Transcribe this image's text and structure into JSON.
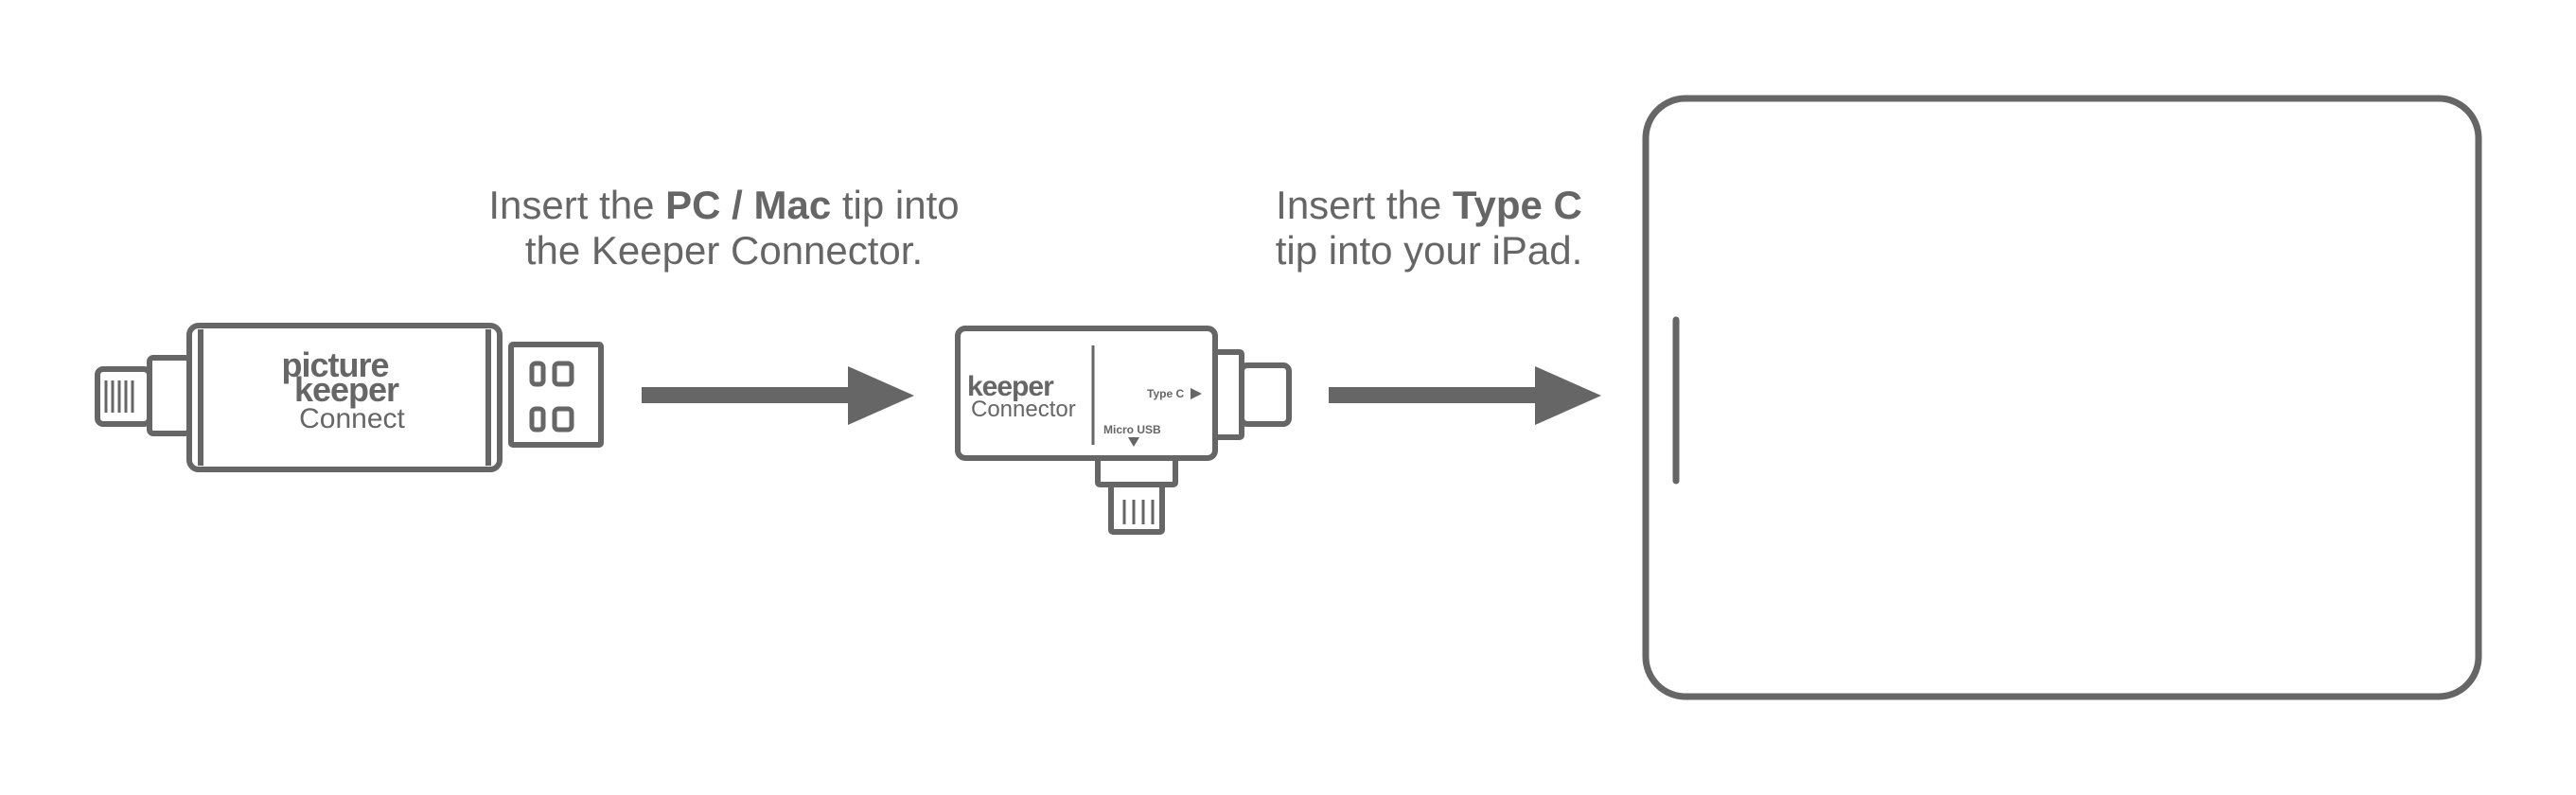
{
  "instructions": [
    {
      "line1_before": "Insert the ",
      "line1_bold": "PC / Mac",
      "line1_after": " tip into",
      "line2": "the Keeper Connector."
    },
    {
      "line1_before": "Insert the ",
      "line1_bold": "Type C",
      "line1_after": "",
      "line2": "tip into your iPad."
    }
  ],
  "device1": {
    "logo_lines": [
      "picture",
      "keeper",
      "Connect"
    ]
  },
  "device2": {
    "logo_lines": [
      "keeper",
      "Connector"
    ],
    "type_c_label": "Type C",
    "micro_usb_label": "Micro USB"
  },
  "colors": {
    "stroke": "#666666",
    "arrow": "#666666",
    "background": "#ffffff"
  }
}
